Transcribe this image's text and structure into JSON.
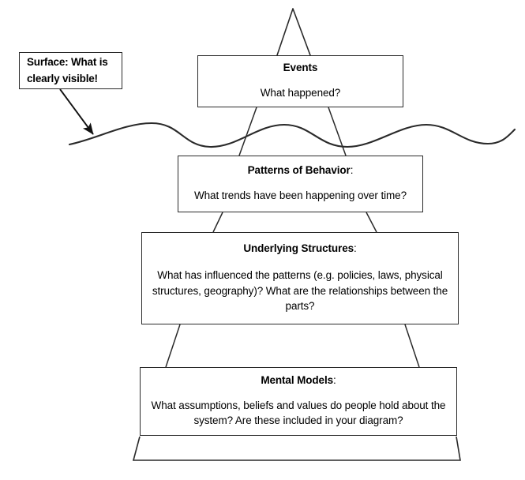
{
  "diagram": {
    "title_semantic": "iceberg-systems-thinking-model",
    "stroke_color": "#2a2a2a",
    "background_color": "#ffffff",
    "callout": {
      "line1": "Surface: What is",
      "line2": "clearly visible!"
    },
    "levels": [
      {
        "key": "events",
        "title": "Events",
        "colon": "",
        "body": "What happened?"
      },
      {
        "key": "patterns",
        "title": "Patterns of Behavior",
        "colon": ":",
        "body": "What trends have been happening over time?"
      },
      {
        "key": "structures",
        "title": "Underlying Structures",
        "colon": ":",
        "body": "What has influenced the patterns (e.g. policies, laws, physical structures, geography)? What are the relationships between the parts?"
      },
      {
        "key": "mental_models",
        "title": "Mental Models",
        "colon": ":",
        "body": "What assumptions, beliefs and values do people hold about the system? Are these included in your diagram?"
      }
    ],
    "shapes": {
      "waterline": "wavy-waterline",
      "apex": "iceberg-tip-triangle",
      "base": "iceberg-base-trapezoid",
      "arrow": "callout-arrow"
    }
  }
}
